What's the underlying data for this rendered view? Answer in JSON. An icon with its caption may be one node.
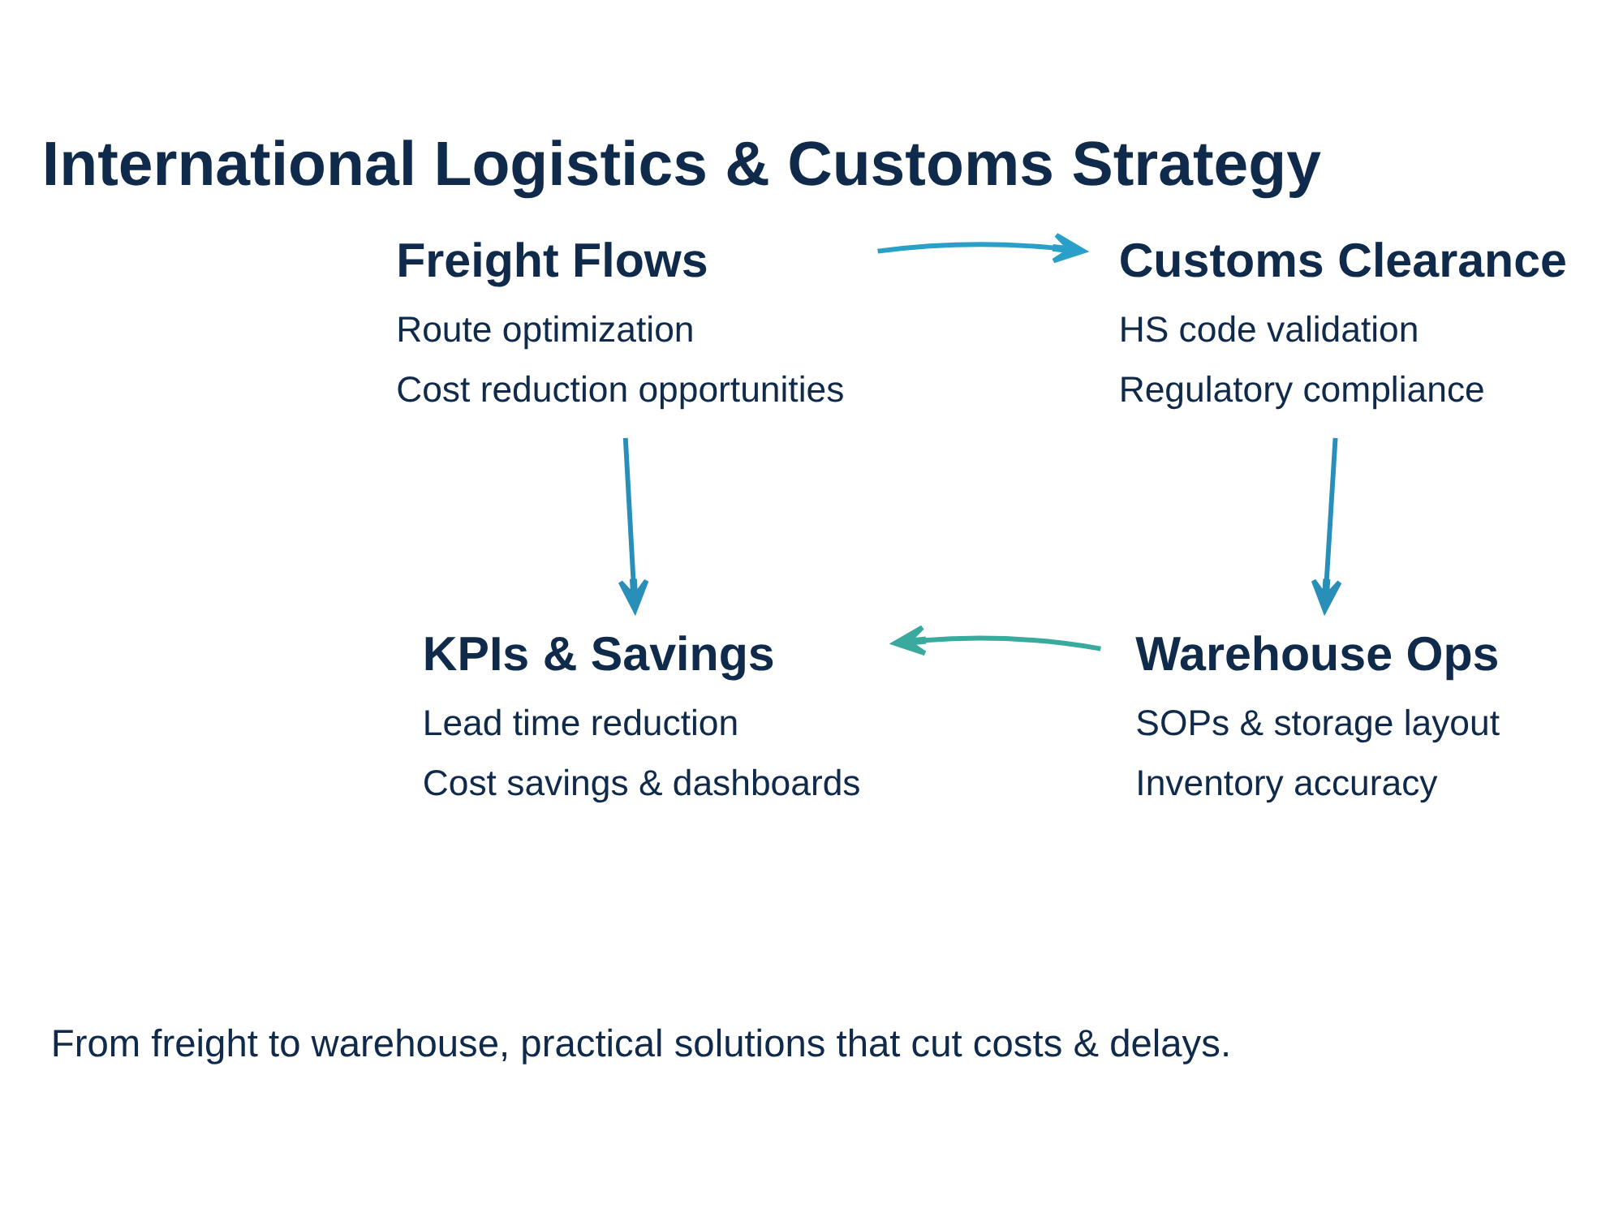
{
  "diagram": {
    "title": "International Logistics & Customs Strategy",
    "caption": "From freight to warehouse, practical solutions that cut costs & delays.",
    "nodes": [
      {
        "text": [
          "Freight Flows",
          "Route optimization",
          "Cost reduction opportunities"
        ]
      },
      {
        "text": [
          "Customs Clearance",
          "HS code validation",
          "Regulatory compliance"
        ]
      },
      {
        "text": [
          "KPIs & Savings",
          "Lead time reduction",
          "Cost savings & dashboards"
        ]
      },
      {
        "text": [
          "Warehouse Ops",
          "SOPs & storage layout",
          "Inventory accuracy"
        ]
      }
    ],
    "edges": [
      {
        "from": 0,
        "to": 1,
        "arrow": "to"
      },
      {
        "from": 1,
        "to": 3,
        "arrow": "to"
      },
      {
        "from": 3,
        "to": 2,
        "arrow": "to"
      },
      {
        "from": 0,
        "to": 2,
        "arrow": "to"
      }
    ]
  }
}
